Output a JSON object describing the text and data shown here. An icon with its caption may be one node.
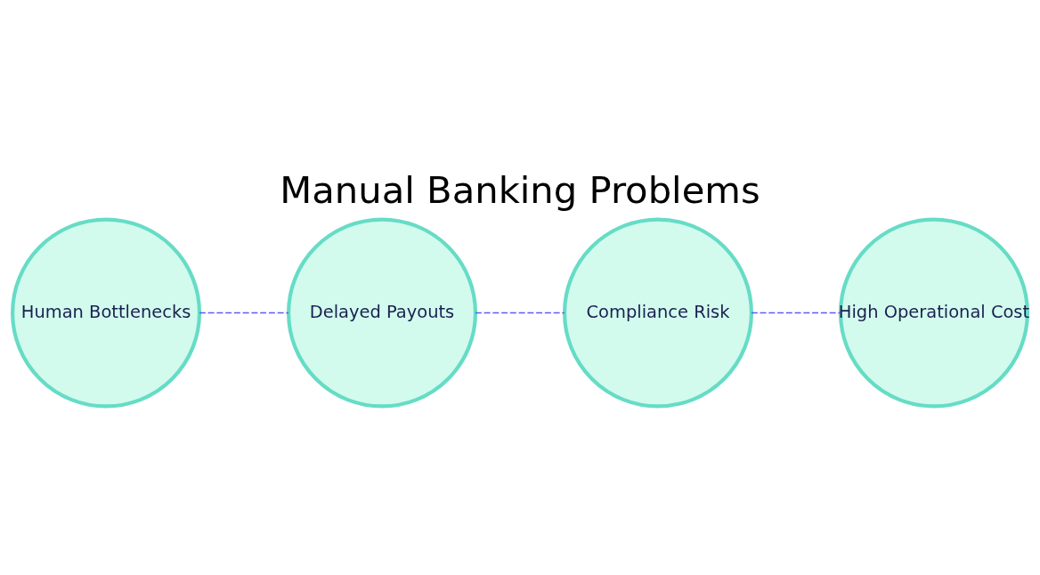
{
  "diagram": {
    "title": "Manual Banking Problems",
    "nodes": [
      {
        "text": [
          "Human Bottlenecks"
        ]
      },
      {
        "text": [
          "Delayed Payouts"
        ]
      },
      {
        "text": [
          "Compliance Risk"
        ]
      },
      {
        "text": [
          "High Operational Cost"
        ]
      }
    ],
    "edges": [
      {
        "from": 0,
        "to": 1,
        "arrow": "none",
        "style": "dashed"
      },
      {
        "from": 1,
        "to": 2,
        "arrow": "none",
        "style": "dashed"
      },
      {
        "from": 2,
        "to": 3,
        "arrow": "none",
        "style": "dashed"
      }
    ]
  }
}
